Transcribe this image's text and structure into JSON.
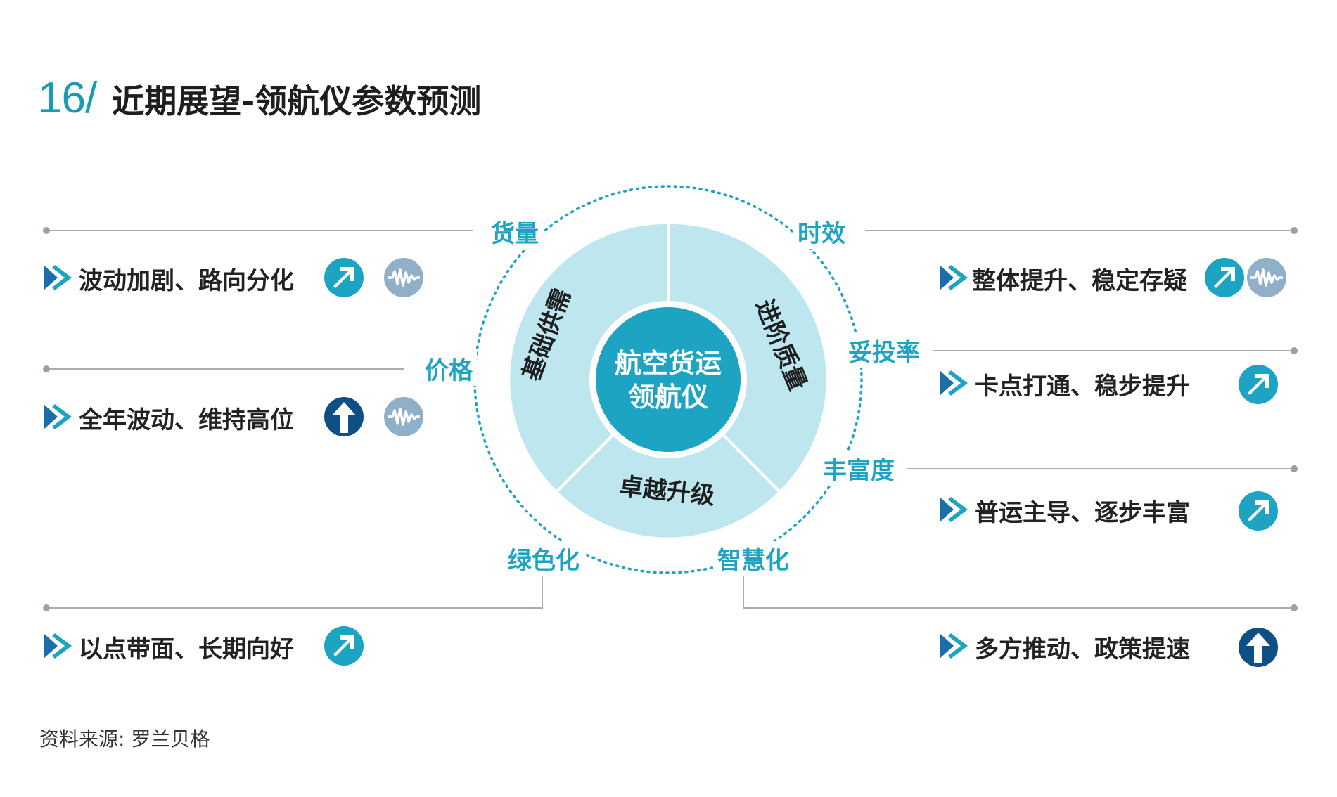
{
  "title": {
    "number": "16/",
    "text": "近期展望-领航仪参数预测"
  },
  "center": {
    "line1": "航空货运",
    "line2": "领航仪"
  },
  "segments": {
    "left": "基础供需",
    "right": "进阶质量",
    "bottom": "卓越升级"
  },
  "categories": {
    "volume": "货量",
    "price": "价格",
    "green": "绿色化",
    "timeliness": "时效",
    "reliability": "妥投率",
    "richness": "丰富度",
    "smart": "智慧化"
  },
  "items": {
    "volume": {
      "text": "波动加剧、路向分化",
      "icons": [
        "arrow-up-right-icon",
        "volatile-wave-icon"
      ]
    },
    "price": {
      "text": "全年波动、维持高位",
      "icons": [
        "arrow-up-icon",
        "volatile-wave-icon"
      ]
    },
    "green": {
      "text": "以点带面、长期向好",
      "icons": [
        "arrow-up-right-icon"
      ]
    },
    "timeliness": {
      "text": "整体提升、稳定存疑",
      "icons": [
        "arrow-up-right-icon",
        "volatile-wave-icon"
      ]
    },
    "reliability": {
      "text": "卡点打通、稳步提升",
      "icons": [
        "arrow-up-right-icon"
      ]
    },
    "richness": {
      "text": "普运主导、逐步丰富",
      "icons": [
        "arrow-up-right-icon"
      ]
    },
    "smart": {
      "text": "多方推动、政策提速",
      "icons": [
        "arrow-up-icon"
      ]
    }
  },
  "source": "资料来源: 罗兰贝格",
  "colors": {
    "teal": "#1ea4c3",
    "light_teal": "#bde6ef",
    "navy": "#0e4f86",
    "wave": "#8fb0c8",
    "line": "#a8aeb4"
  }
}
